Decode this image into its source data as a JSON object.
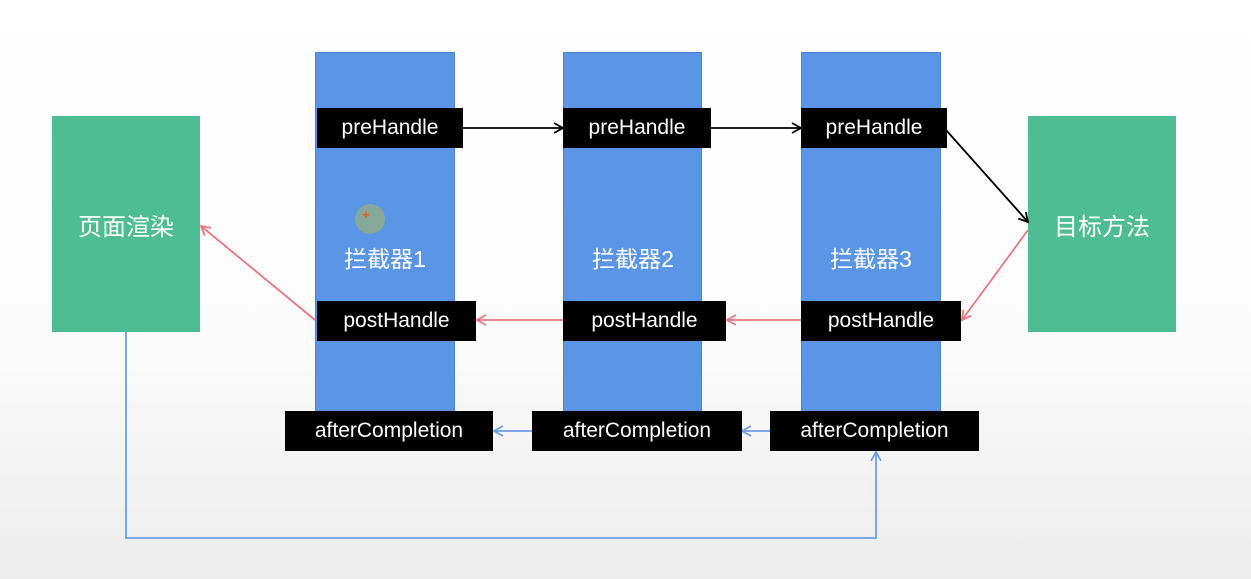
{
  "left_box": {
    "label": "页面渲染"
  },
  "right_box": {
    "label": "目标方法"
  },
  "interceptors": [
    {
      "label": "拦截器1",
      "pre": "preHandle",
      "post": "postHandle",
      "after": "afterCompletion"
    },
    {
      "label": "拦截器2",
      "pre": "preHandle",
      "post": "postHandle",
      "after": "afterCompletion"
    },
    {
      "label": "拦截器3",
      "pre": "preHandle",
      "post": "postHandle",
      "after": "afterCompletion"
    }
  ],
  "colors": {
    "column": "#5a95e6",
    "box": "#4ebd93",
    "pre_arrow": "#000000",
    "post_arrow": "#e8777d",
    "after_arrow": "#6e9de6"
  },
  "cursor_icon": "plus-cursor-icon"
}
